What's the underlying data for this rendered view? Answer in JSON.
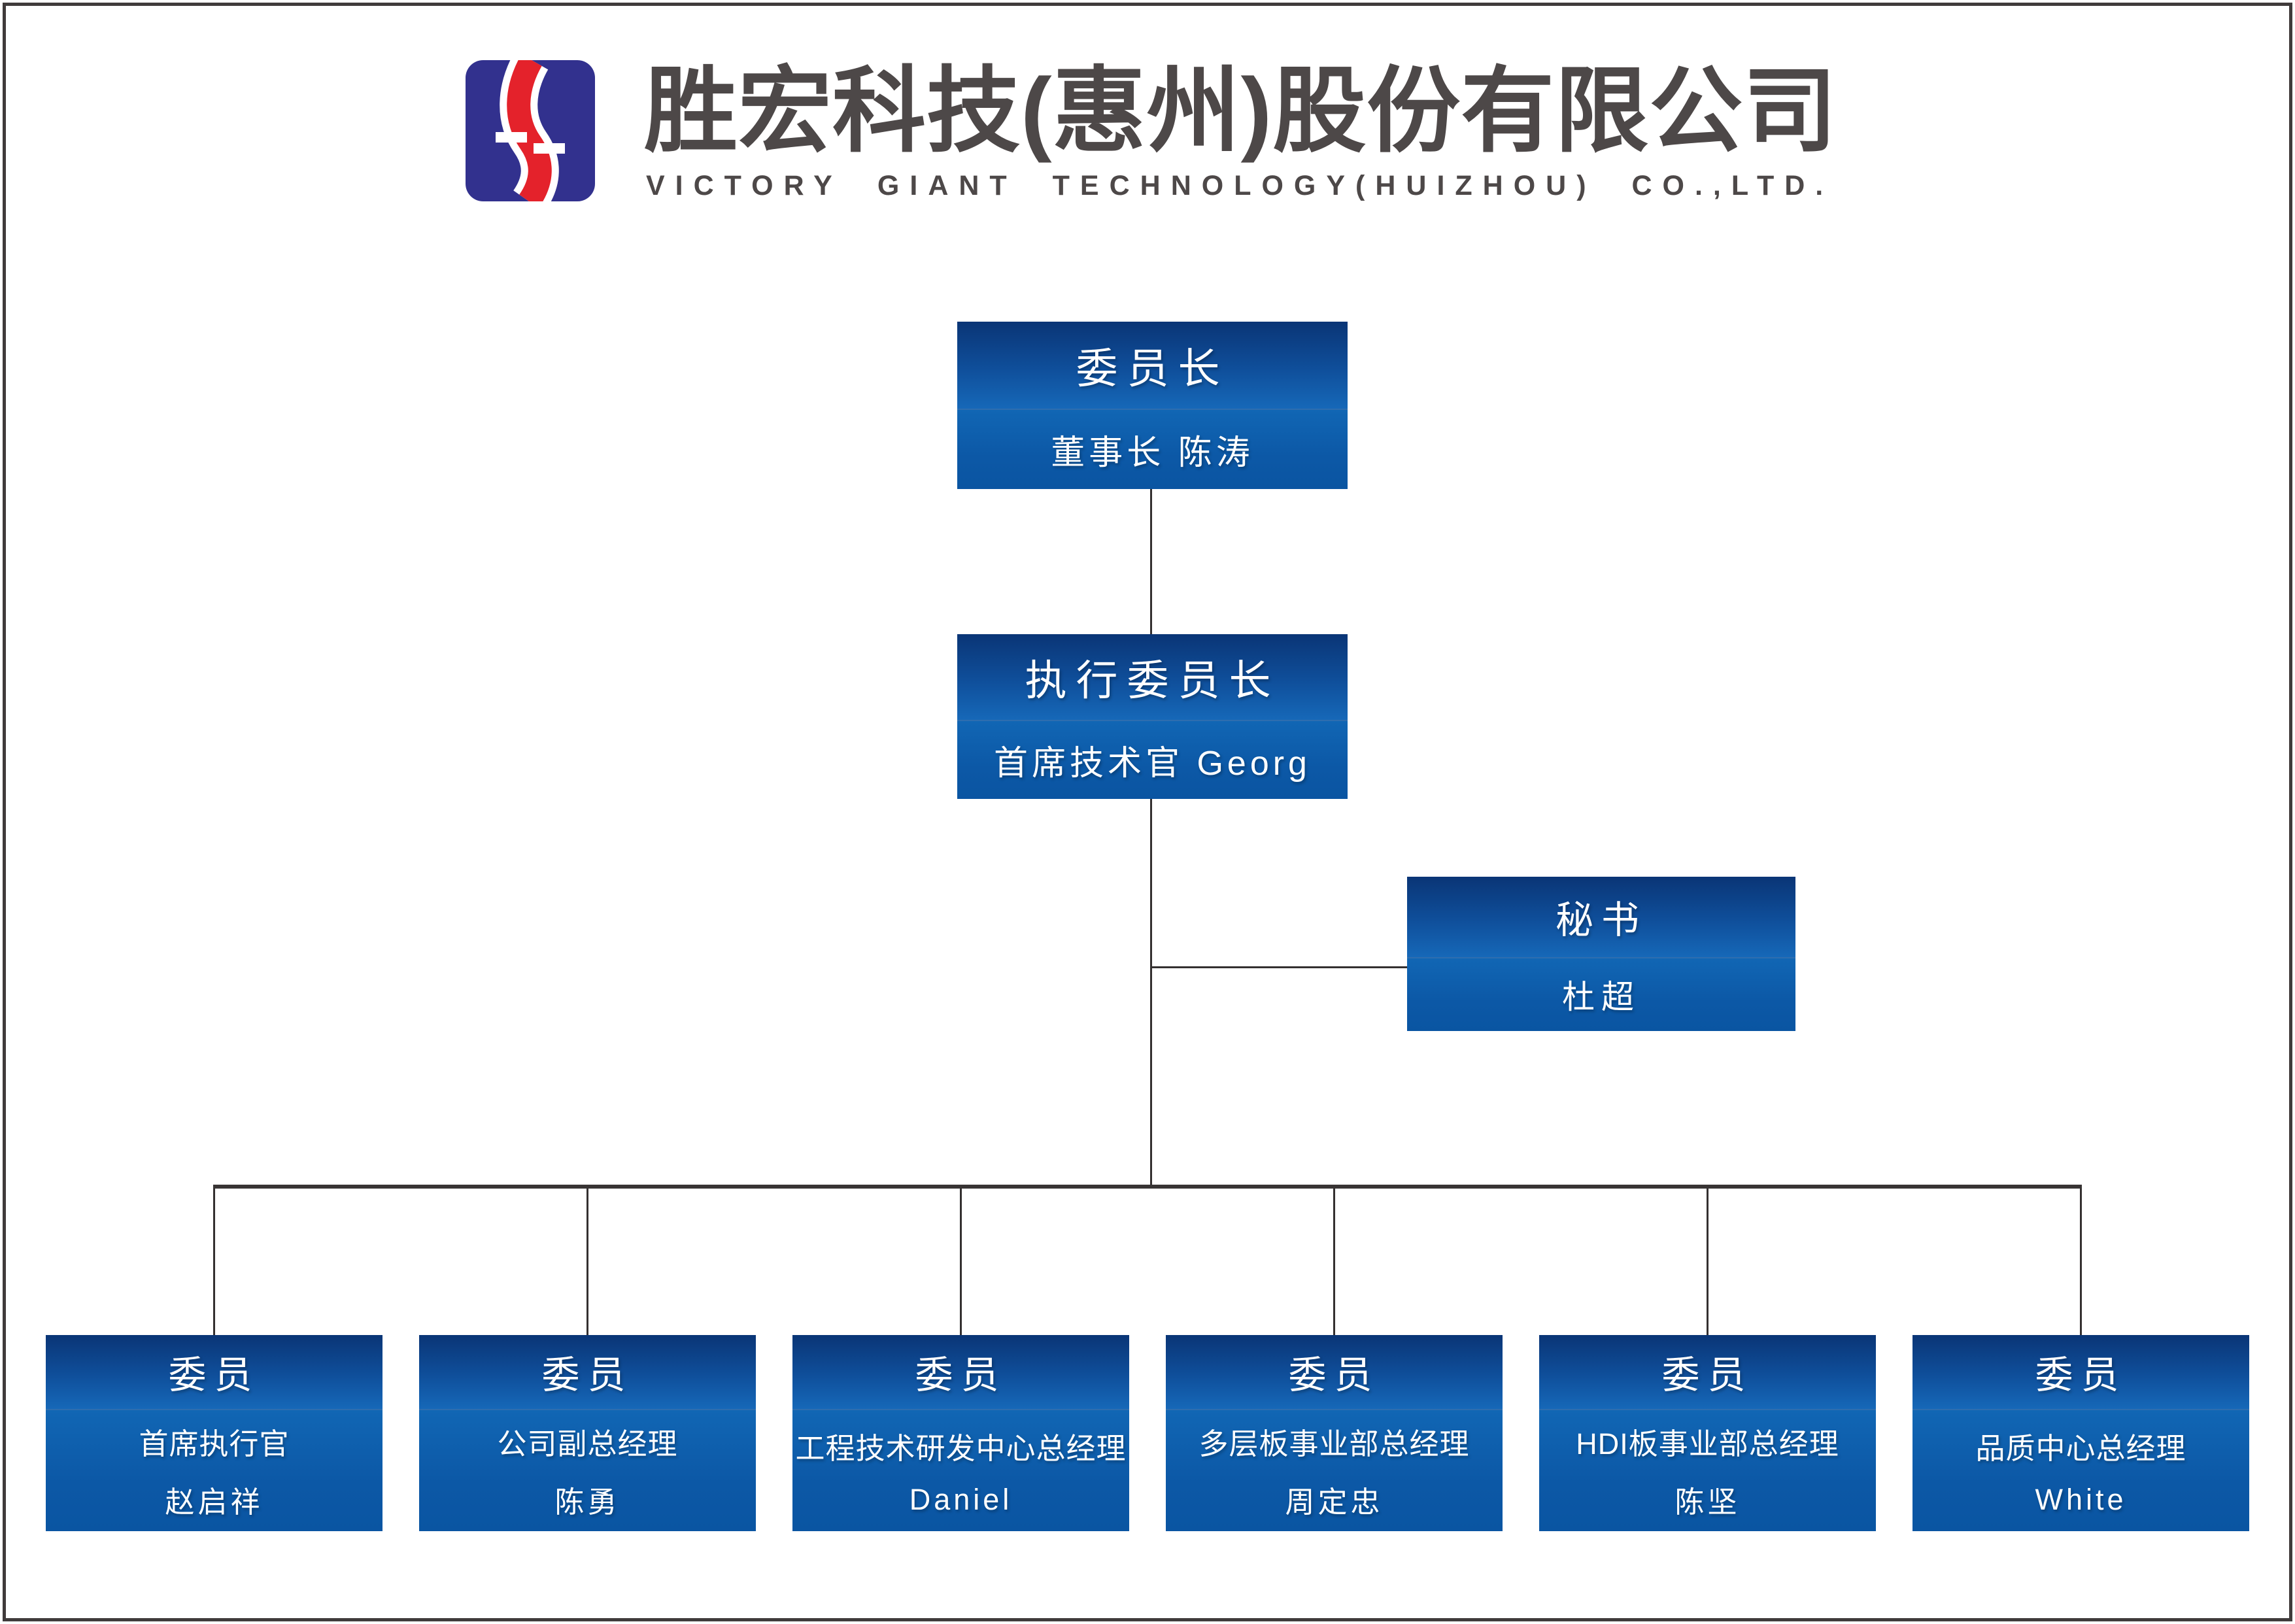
{
  "company": {
    "name_cn": "胜宏科技(惠州)股份有限公司",
    "name_en": "VICTORY GIANT TECHNOLOGY(HUIZHOU) CO.,LTD.",
    "logo_icon": "victory-giant-s-emblem"
  },
  "org_chart": {
    "chairman": {
      "title": "委员长",
      "subtitle": "董事长 陈涛"
    },
    "executive_chairman": {
      "title": "执行委员长",
      "subtitle": "首席技术官 Georg"
    },
    "secretary": {
      "title": "秘书",
      "subtitle": "杜超"
    },
    "members": [
      {
        "title": "委员",
        "role": "首席执行官",
        "name": "赵启祥"
      },
      {
        "title": "委员",
        "role": "公司副总经理",
        "name": "陈勇"
      },
      {
        "title": "委员",
        "role": "工程技术研发中心总经理",
        "name": "Daniel"
      },
      {
        "title": "委员",
        "role": "多层板事业部总经理",
        "name": "周定忠"
      },
      {
        "title": "委员",
        "role": "HDI板事业部总经理",
        "name": "陈坚"
      },
      {
        "title": "委员",
        "role": "品质中心总经理",
        "name": "White"
      }
    ]
  },
  "colors": {
    "box_gradient_top": "#0a3576",
    "box_gradient_bright": "#1668b8",
    "box_lower": "#0c58a6",
    "connector": "#343030",
    "header_text": "#4d4848",
    "logo_blue": "#32318e",
    "logo_red": "#e4222b",
    "background": "#ffffff"
  }
}
